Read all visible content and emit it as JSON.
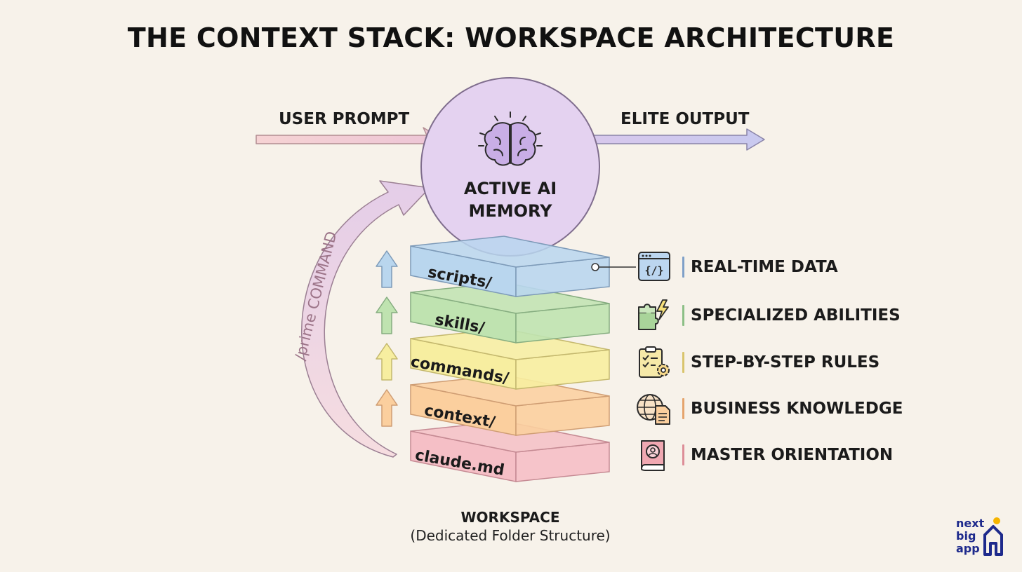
{
  "title": "THE CONTEXT STACK: WORKSPACE ARCHITECTURE",
  "flow": {
    "input_label": "USER PROMPT",
    "output_label": "ELITE OUTPUT",
    "core_label_line1": "ACTIVE AI",
    "core_label_line2": "MEMORY",
    "loop_label": "/prime COMMAND"
  },
  "layers": [
    {
      "name": "scripts/",
      "color": "#b9d6ee",
      "edge": "#7d9ab8"
    },
    {
      "name": "skills/",
      "color": "#bfe3b0",
      "edge": "#86ad80"
    },
    {
      "name": "commands/",
      "color": "#f7eea0",
      "edge": "#c4b86e"
    },
    {
      "name": "context/",
      "color": "#fbcf9e",
      "edge": "#cf9d73"
    },
    {
      "name": "claude.md",
      "color": "#f5bfc6",
      "edge": "#c58a93"
    }
  ],
  "legend": [
    {
      "label": "REAL-TIME DATA",
      "icon": "code-window-icon",
      "bar": "#7fa0c8"
    },
    {
      "label": "SPECIALIZED ABILITIES",
      "icon": "puzzle-bolt-icon",
      "bar": "#8cbf86"
    },
    {
      "label": "STEP-BY-STEP RULES",
      "icon": "clipboard-gear-icon",
      "bar": "#d9c46c"
    },
    {
      "label": "BUSINESS KNOWLEDGE",
      "icon": "globe-document-icon",
      "bar": "#e5a46c"
    },
    {
      "label": "MASTER ORIENTATION",
      "icon": "profile-book-icon",
      "bar": "#dd8e98"
    }
  ],
  "workspace": {
    "title": "WORKSPACE",
    "subtitle": "(Dedicated Folder Structure)"
  },
  "logo": {
    "line1": "next",
    "line2": "big",
    "line3": "app",
    "color": "#1e2a8c",
    "accent": "#f5b400"
  }
}
